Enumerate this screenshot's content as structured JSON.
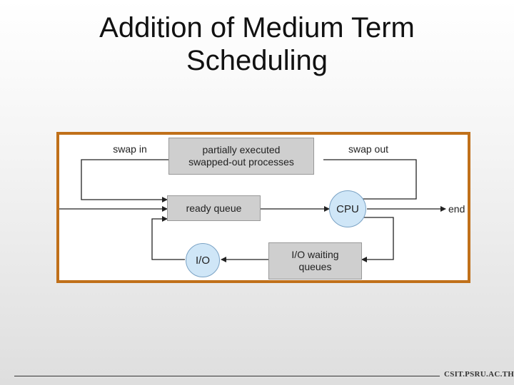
{
  "slide": {
    "title_line1": "Addition of Medium Term",
    "title_line2": "Scheduling"
  },
  "diagram": {
    "swap_in": "swap in",
    "swap_out": "swap out",
    "partially_executed_line1": "partially executed",
    "partially_executed_line2": "swapped-out processes",
    "ready_queue": "ready queue",
    "cpu": "CPU",
    "end": "end",
    "io": "I/O",
    "io_waiting_line1": "I/O waiting",
    "io_waiting_line2": "queues"
  },
  "footer": {
    "site": "CSIT.PSRU.AC.TH"
  },
  "colors": {
    "frame_border": "#c0701a",
    "box_fill": "#cfcfcf",
    "circle_fill": "#cfe6f7"
  }
}
